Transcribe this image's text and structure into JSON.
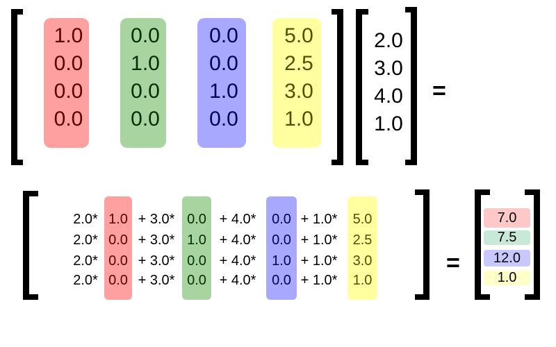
{
  "matrix": {
    "columns": [
      {
        "values": [
          "1.0",
          "0.0",
          "0.0",
          "0.0"
        ],
        "box_color": "#ffa0a0",
        "text_color": "#5a0000"
      },
      {
        "values": [
          "0.0",
          "1.0",
          "0.0",
          "0.0"
        ],
        "box_color": "#a8d4a0",
        "text_color": "#003000"
      },
      {
        "values": [
          "0.0",
          "0.0",
          "1.0",
          "0.0"
        ],
        "box_color": "#a8a8ff",
        "text_color": "#00005a"
      },
      {
        "values": [
          "5.0",
          "2.5",
          "3.0",
          "1.0"
        ],
        "box_color": "#ffffa0",
        "text_color": "#505000"
      }
    ]
  },
  "vector": [
    "2.0",
    "3.0",
    "4.0",
    "1.0"
  ],
  "equals": "=",
  "expansion": {
    "multipliers": [
      "2.0*",
      "+ 3.0*",
      "+ 4.0*",
      "+ 1.0*"
    ]
  },
  "result": [
    {
      "value": "7.0",
      "color": "#ffc8c8"
    },
    {
      "value": "7.5",
      "color": "#c8e8d8"
    },
    {
      "value": "12.0",
      "color": "#c8c8ff"
    },
    {
      "value": "1.0",
      "color": "#ffffc8"
    }
  ]
}
